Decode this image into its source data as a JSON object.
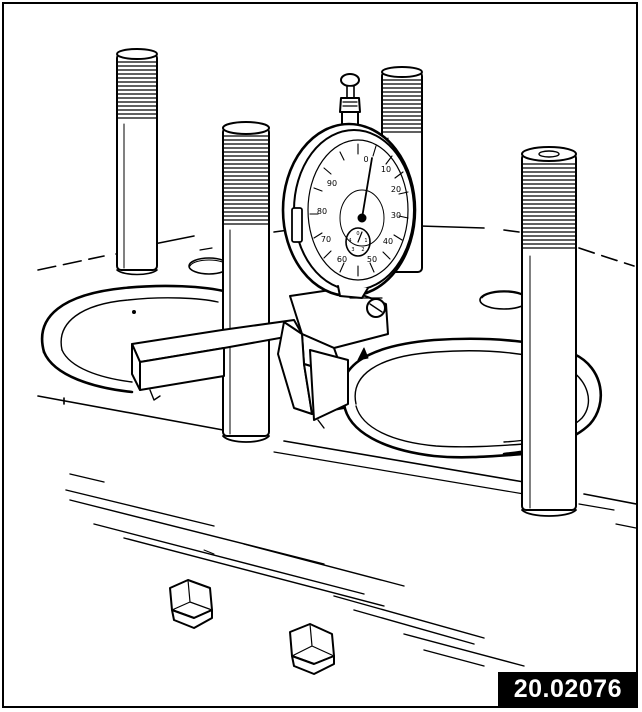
{
  "figure": {
    "reference_number": "20.02076"
  },
  "colors": {
    "ink": "#000000",
    "paper": "#ffffff",
    "label_background": "#000000",
    "label_text": "#ffffff"
  },
  "dial_gauge": {
    "scale_numbers": [
      "0",
      "10",
      "20",
      "30",
      "40",
      "50",
      "60",
      "70",
      "80",
      "90"
    ],
    "small_dial_numbers": [
      "0",
      "1",
      "2",
      "3",
      "4"
    ]
  }
}
